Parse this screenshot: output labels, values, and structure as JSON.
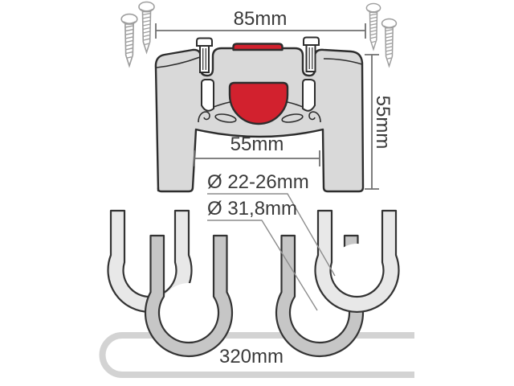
{
  "labels": {
    "top_width": "85mm",
    "side_height": "55mm",
    "inner_width": "55mm",
    "small_clamp_diameter": "Ø 22-26mm",
    "large_clamp_diameter": "Ø 31,8mm",
    "handlebar_length": "320mm"
  },
  "colors": {
    "background": "#ffffff",
    "outline": "#2d2d2d",
    "body_gray": "#d9d9d9",
    "red": "#d2212e",
    "clamp_light": "#e8e8e8",
    "clamp_dark": "#c6c6c6",
    "handlebar_gray": "#d3d3d3",
    "slot_fill": "#c2c2c2",
    "dim_line": "#707070",
    "leader_line": "#8c8c8c",
    "text": "#3a3a3a"
  }
}
